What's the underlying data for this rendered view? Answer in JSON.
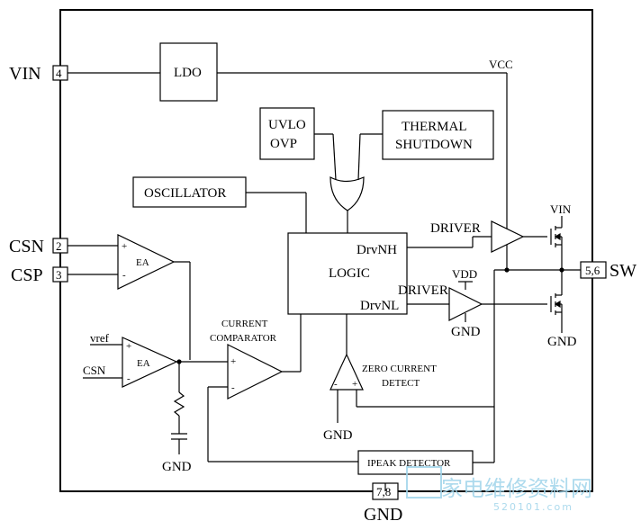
{
  "pins": {
    "vin": {
      "name": "VIN",
      "num": "4"
    },
    "csn": {
      "name": "CSN",
      "num": "2"
    },
    "csp": {
      "name": "CSP",
      "num": "3"
    },
    "sw": {
      "name": "SW",
      "num": "5,6"
    },
    "gnd": {
      "name": "GND",
      "num": "7,8"
    }
  },
  "blocks": {
    "ldo": "LDO",
    "uvlo": [
      "UVLO",
      "OVP"
    ],
    "thermal": [
      "THERMAL",
      "SHUTDOWN"
    ],
    "oscillator": "OSCILLATOR",
    "logic": {
      "title": "LOGIC",
      "out_high": "DrvNH",
      "out_low": "DrvNL"
    },
    "ea_top": "EA",
    "ea_bottom": "EA",
    "current_comparator": [
      "CURRENT",
      "COMPARATOR"
    ],
    "zero_current": [
      "ZERO CURRENT",
      "DETECT"
    ],
    "ipeak": "IPEAK DETECTOR"
  },
  "nets": {
    "vcc": "VCC",
    "vin_fet": "VIN",
    "vdd": "VDD",
    "driver_high": "DRIVER",
    "driver_low": "DRIVER",
    "gnd_fet": "GND",
    "gnd_driver": "GND",
    "gnd_zcd": "GND",
    "gnd_rc": "GND",
    "vref": "vref",
    "csn_in": "CSN"
  },
  "symbols": {
    "plus": "+",
    "minus": "-"
  },
  "watermark": {
    "cn": "家电维修资料网",
    "url": "520101.com"
  },
  "colors": {
    "line": "#000000",
    "watermark": "#9fd4ea"
  }
}
